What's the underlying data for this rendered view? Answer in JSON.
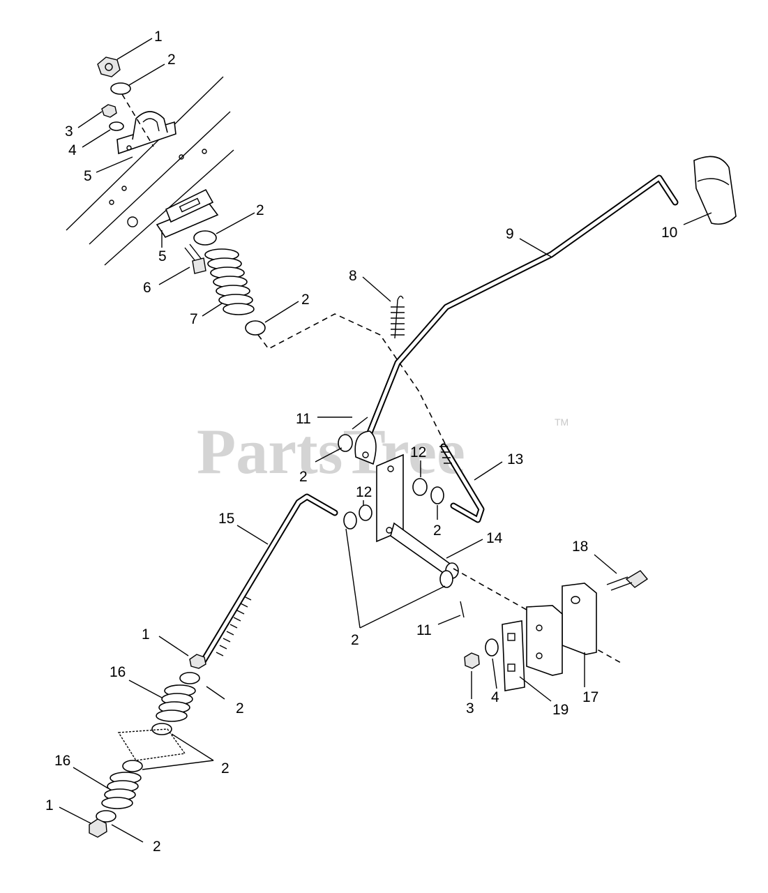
{
  "watermark": {
    "brand": "PartsTree",
    "tm": "TM"
  },
  "callouts": {
    "c1a": "1",
    "c2a": "2",
    "c3a": "3",
    "c4a": "4",
    "c5a": "5",
    "c5b": "5",
    "c2b": "2",
    "c6": "6",
    "c7": "7",
    "c2c": "2",
    "c8": "8",
    "c9": "9",
    "c10": "10",
    "c11a": "11",
    "c2d": "2",
    "c12a": "12",
    "c13": "13",
    "c12b": "12",
    "c2e": "2",
    "c15": "15",
    "c14": "14",
    "c18": "18",
    "c1b": "1",
    "c16a": "16",
    "c2f": "2",
    "c2g": "2",
    "c11b": "11",
    "c3b": "3",
    "c4b": "4",
    "c19": "19",
    "c17": "17",
    "c2h": "2",
    "c16b": "16",
    "c1c": "1",
    "c2i": "2"
  }
}
